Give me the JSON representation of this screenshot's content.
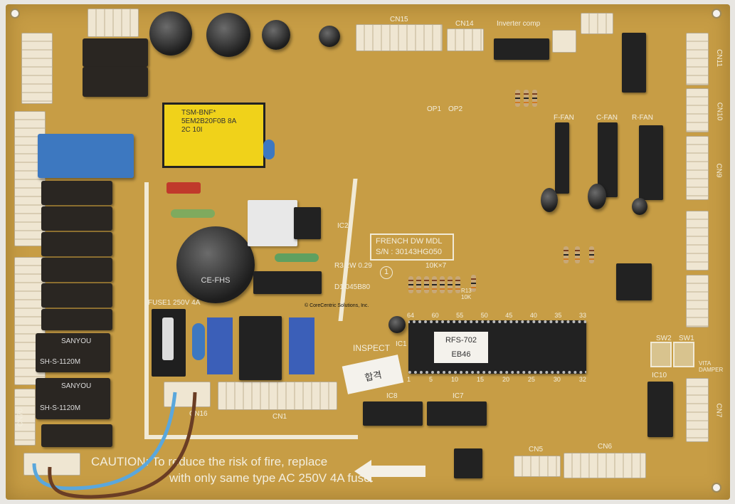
{
  "board": {
    "model_label": "FRENCH DW MDL",
    "serial": "S/N : 30143HG050",
    "copyright": "© CoreCentric Solutions, Inc.",
    "caution_title": "CAUTION",
    "caution_line1": ": To reduce the risk of fire, replace",
    "caution_line2": "with only same type AC 250V 4A fuse.",
    "circle_mark": "1"
  },
  "connectors": {
    "cn15": "CN15",
    "cn14": "CN14",
    "inverter": "Inverter comp",
    "cn1": "CN1",
    "cn16": "CN16",
    "cn5": "CN5",
    "cn6": "CN6",
    "cn7": "CN7",
    "cn9": "CN9",
    "cn10": "CN10",
    "cn11": "CN11",
    "cn70": "CN70"
  },
  "chips": {
    "ic1_label": "IC1",
    "ic1_sticker1": "RFS-702",
    "ic1_sticker2": "EB46",
    "ic8": "IC8",
    "ic7": "IC7",
    "ic10": "IC10",
    "ic2": "IC2",
    "transformer": "TSM-BNF* 5EM2B20F0B 8A 2C 10I"
  },
  "relays": [
    {
      "brand": "SANYOU",
      "model": "SH-S-1120M"
    },
    {
      "brand": "SANYOU",
      "model": "SH-S-1120M"
    }
  ],
  "labels": {
    "ffan": "F-FAN",
    "cfan": "C-FAN",
    "rfan": "R-FAN",
    "sw2": "SW2",
    "sw1": "SW1",
    "vita": "VITA DAMPER",
    "fuse": "FUSE1 250V 4A",
    "bigcap": "CE-FHS",
    "op1": "OP1",
    "op2": "OP2",
    "inspect": "INSPECT",
    "pass": "합격",
    "resnet": "10K×7",
    "res_r13": "R13 10K",
    "r3": "R3 2W 0.29",
    "d1": "D1 045B80",
    "pins": [
      "64",
      "60",
      "55",
      "50",
      "45",
      "40",
      "35",
      "33"
    ],
    "pins_bottom": [
      "1",
      "5",
      "10",
      "15",
      "20",
      "25",
      "30",
      "32"
    ]
  }
}
